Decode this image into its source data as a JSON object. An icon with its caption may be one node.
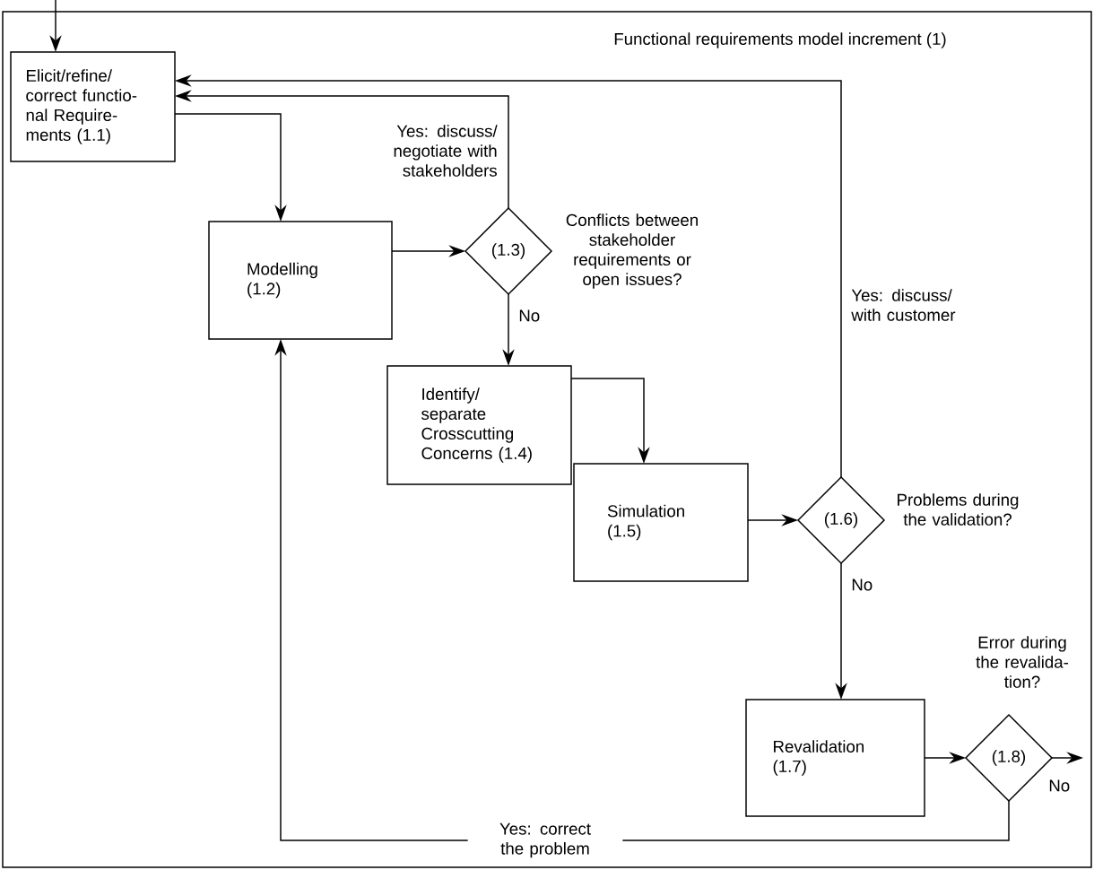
{
  "diagram": {
    "nodes": [
      {
        "text": [
          "Functional requirements model increment (1)"
        ]
      },
      {
        "text": [
          "Elicit/refine/ correct functio- nal Require- ments (1.1)"
        ],
        "in": 0
      },
      {
        "text": [
          "Modelling (1.2)"
        ],
        "in": 0
      },
      {
        "text": [
          "(1.3)"
        ],
        "beside": [
          "Conflicts between stakeholder requirements or open issues?"
        ],
        "in": 0
      },
      {
        "text": [
          "Identify/ separate Crosscutting Concerns (1.4)"
        ],
        "in": 0
      },
      {
        "text": [
          "Simulation (1.5)"
        ],
        "in": 0
      },
      {
        "text": [
          "(1.6)"
        ],
        "beside": [
          "Problems during the validation?"
        ],
        "in": 0
      },
      {
        "text": [
          "Revalidation (1.7)"
        ],
        "in": 0
      },
      {
        "text": [
          "(1.8)"
        ],
        "beside": [
          "Error during the revalida- tion?"
        ],
        "in": 0
      }
    ],
    "edges": [
      {
        "from": null,
        "to": 1,
        "arrow": "to"
      },
      {
        "from": 1,
        "to": 2,
        "arrow": "to"
      },
      {
        "from": 2,
        "to": 3,
        "arrow": "to"
      },
      {
        "from": 3,
        "to": 1,
        "arrow": "to",
        "label": "Yes: discuss/ negotiate with stakeholders"
      },
      {
        "from": 3,
        "to": 4,
        "arrow": "to",
        "label": "No"
      },
      {
        "from": 4,
        "to": 5,
        "arrow": "to"
      },
      {
        "from": 5,
        "to": 6,
        "arrow": "to"
      },
      {
        "from": 6,
        "to": 1,
        "arrow": "to",
        "label": "Yes: discuss/ with customer"
      },
      {
        "from": 6,
        "to": 7,
        "arrow": "to",
        "label": "No"
      },
      {
        "from": 7,
        "to": 8,
        "arrow": "to"
      },
      {
        "from": 8,
        "to": null,
        "arrow": "to",
        "label": "No"
      },
      {
        "from": 8,
        "to": 2,
        "arrow": "to",
        "label": "Yes: correct the problem"
      }
    ]
  }
}
